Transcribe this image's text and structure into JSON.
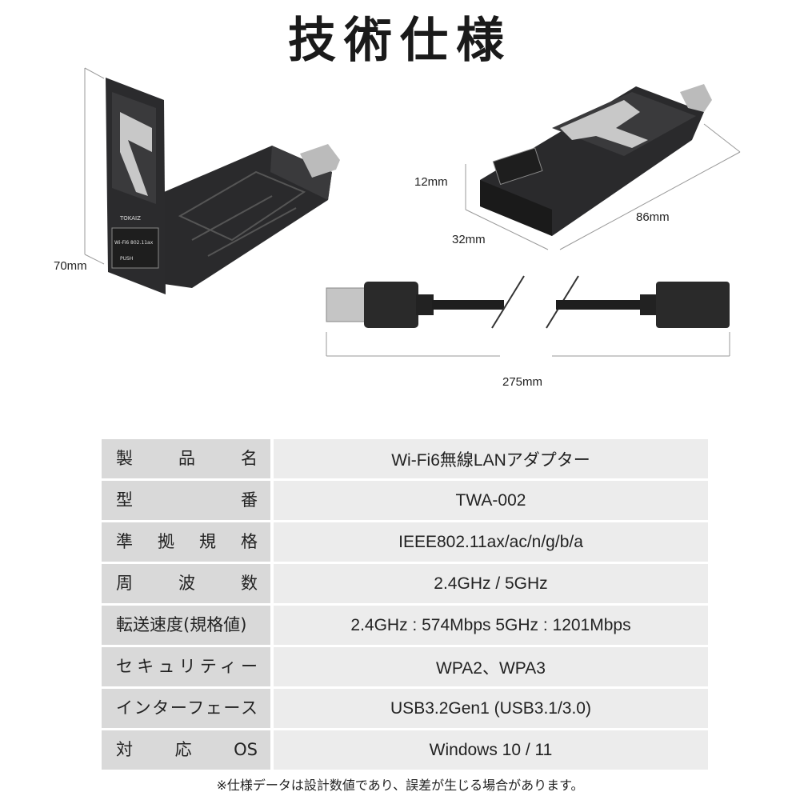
{
  "title": "技術仕様",
  "dimensions": {
    "height": "70mm",
    "thickness": "12mm",
    "width": "32mm",
    "length": "86mm",
    "cable": "275mm"
  },
  "device_text": {
    "brand": "TOKAIZ",
    "badge": "Wi-Fi6 802.11ax",
    "push": "PUSH"
  },
  "specs": [
    {
      "label": "製品名",
      "value": "Wi-Fi6無線LANアダプター",
      "spread": true
    },
    {
      "label": "型番",
      "value": "TWA-002",
      "spread": true
    },
    {
      "label": "準拠規格",
      "value": "IEEE802.11ax/ac/n/g/b/a",
      "spread": true
    },
    {
      "label": "周波数",
      "value": "2.4GHz / 5GHz",
      "spread": true
    },
    {
      "label": "転送速度(規格値)",
      "value": "2.4GHz : 574Mbps  5GHz : 1201Mbps",
      "spread": false
    },
    {
      "label": "セキュリティー",
      "value": "WPA2、WPA3",
      "spread": true
    },
    {
      "label": "インターフェース",
      "value": "USB3.2Gen1 (USB3.1/3.0)",
      "spread": true
    },
    {
      "label": "対応OS",
      "value": "Windows 10 / 11",
      "spread": true
    }
  ],
  "note": "※仕様データは設計数値であり、誤差が生じる場合があります。"
}
